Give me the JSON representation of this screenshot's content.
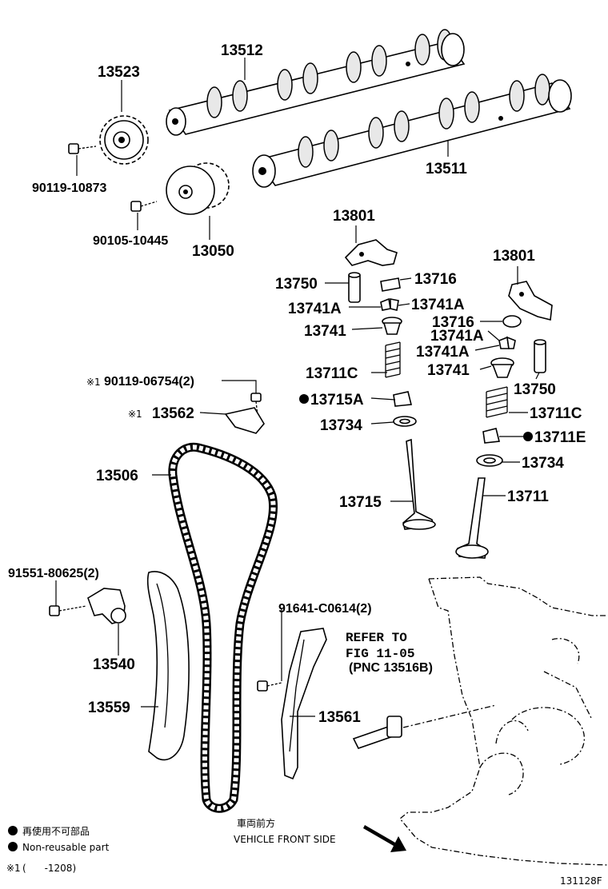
{
  "labels": {
    "p13512": "13512",
    "p13523": "13523",
    "p13511": "13511",
    "p90119_10873": "90119-10873",
    "p90105_10445": "90105-10445",
    "p13050": "13050",
    "p13801_a": "13801",
    "p13801_b": "13801",
    "p13750_a": "13750",
    "p13716_a": "13716",
    "p13741A_a": "13741A",
    "p13741A_b": "13741A",
    "p13741_a": "13741",
    "p13716_b": "13716",
    "p13741A_c": "13741A",
    "p13741A_d": "13741A",
    "p13741_b": "13741",
    "p13711C_a": "13711C",
    "p13750_b": "13750",
    "p90119_06754": "90119-06754(2)",
    "p13715A": "13715A",
    "p13562": "13562",
    "p13711C_b": "13711C",
    "p13734_a": "13734",
    "p13711E": "13711E",
    "p13506": "13506",
    "p13734_b": "13734",
    "p13715": "13715",
    "p13711": "13711",
    "p91551": "91551-80625(2)",
    "p91641": "91641-C0614(2)",
    "p13540": "13540",
    "p13559": "13559",
    "p13561": "13561",
    "refer1": "REFER TO",
    "refer2": "FIG 11-05",
    "refer3": "(PNC 13516B)",
    "note_mark": "※1",
    "front_jp": "車両前方",
    "front_en": "VEHICLE FRONT SIDE"
  },
  "legend": {
    "jp": "再使用不可部品",
    "en": "Non-reusable part",
    "note_mark": "※1",
    "note_range": "(      -1208)"
  },
  "figure_id": "131128F",
  "icons": [
    "non-reusable-dot",
    "front-direction-arrow"
  ]
}
